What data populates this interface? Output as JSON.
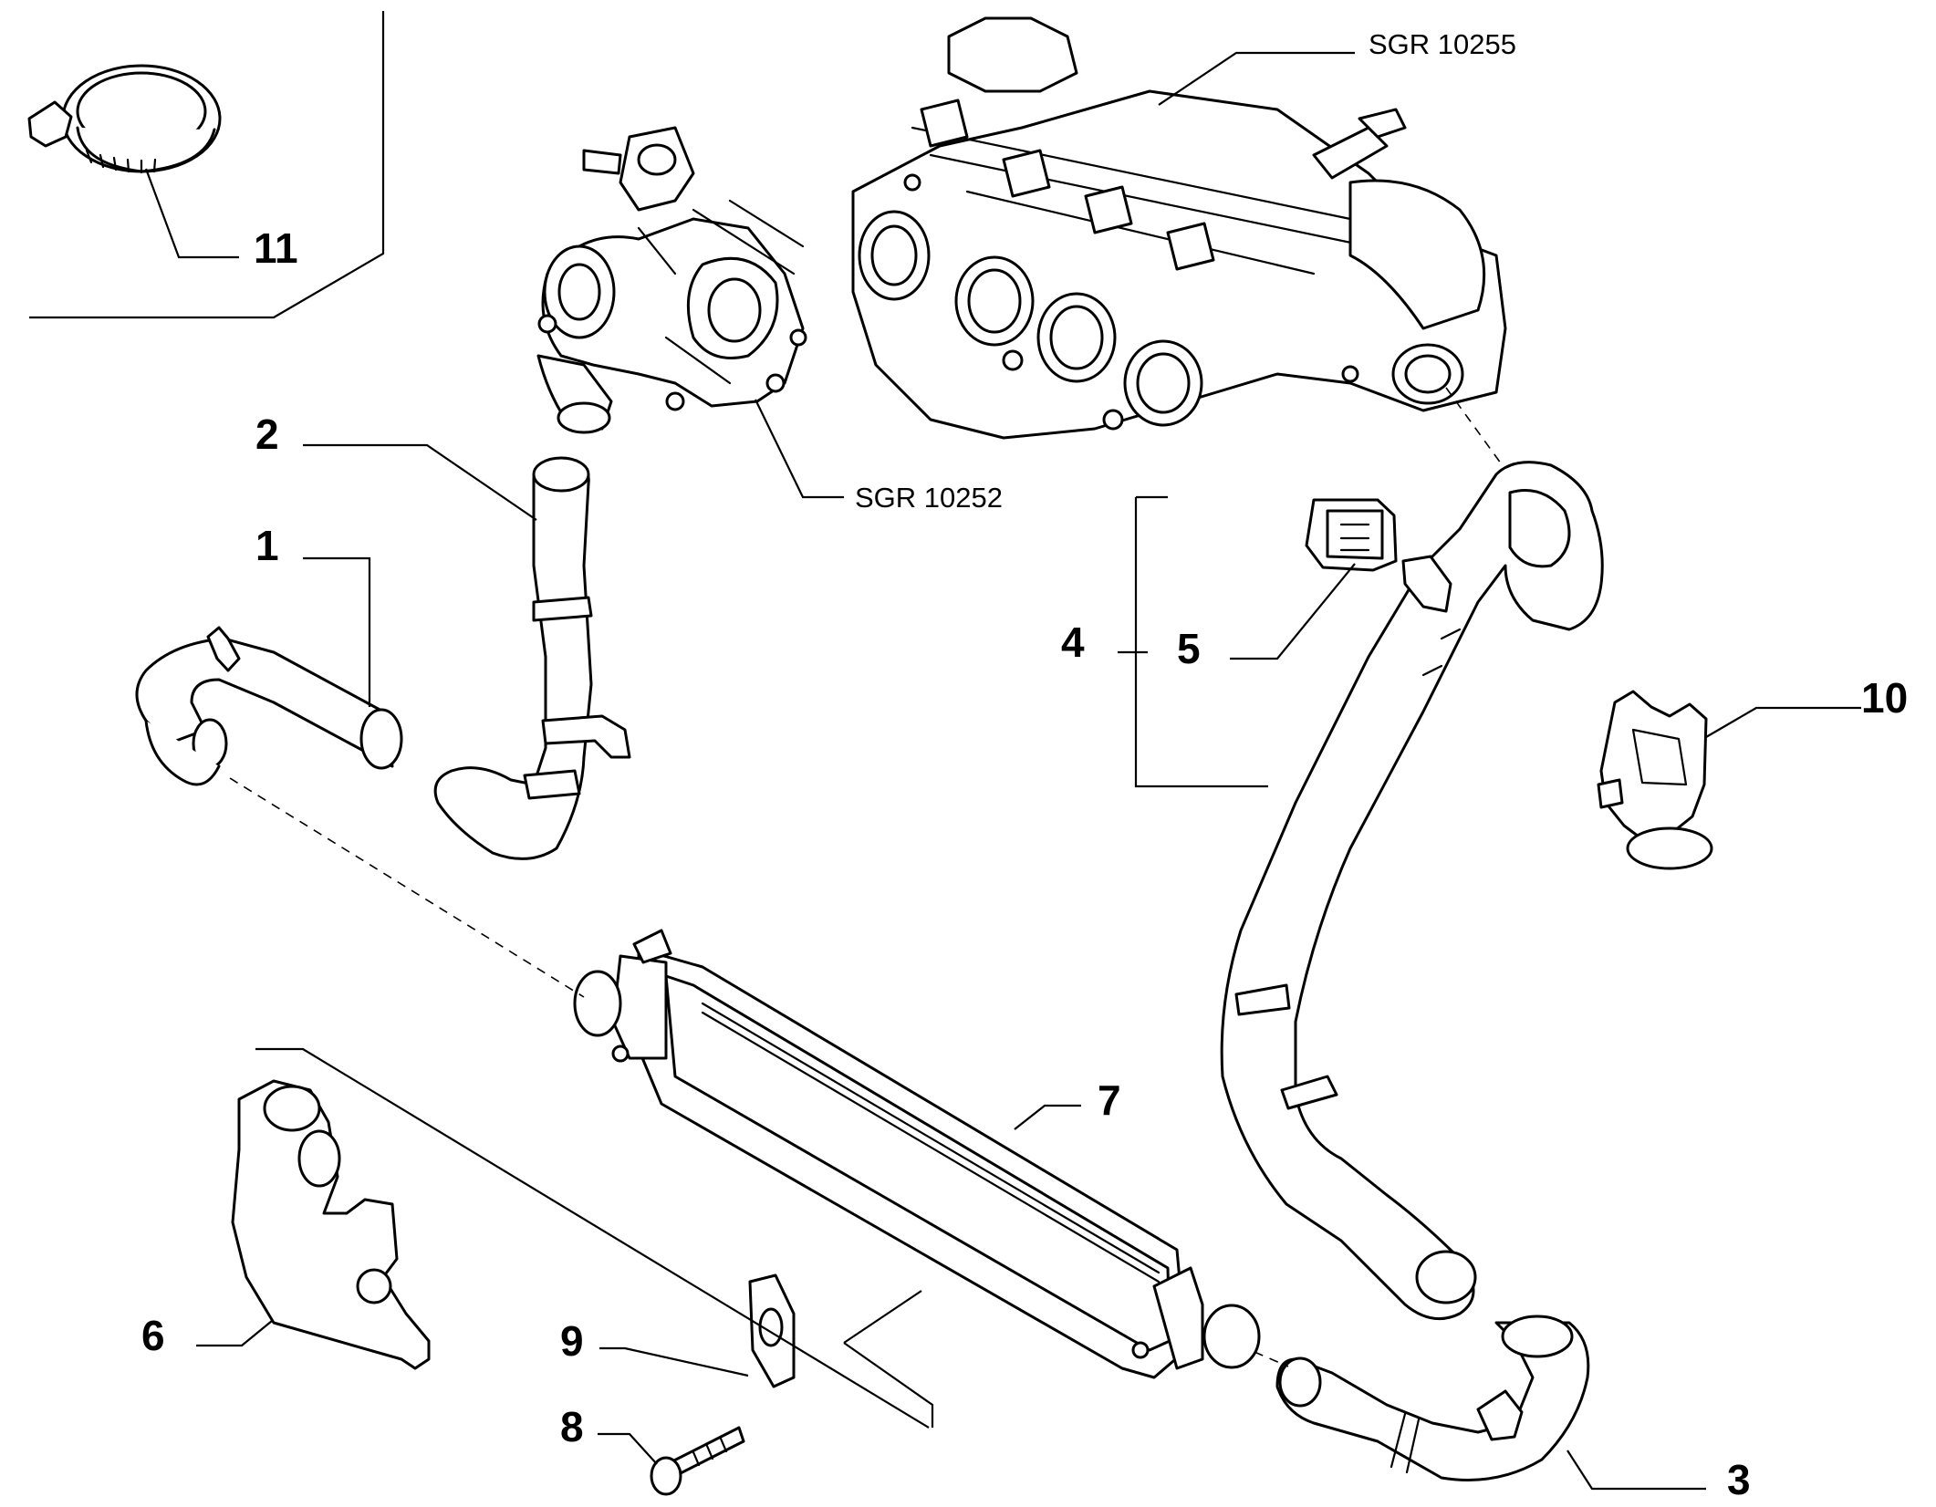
{
  "labels": {
    "p1": "1",
    "p2": "2",
    "p3": "3",
    "p4": "4",
    "p5": "5",
    "p6": "6",
    "p7": "7",
    "p8": "8",
    "p9": "9",
    "p10": "10",
    "p11": "11"
  },
  "references": {
    "turbo": "SGR 10252",
    "manifold": "SGR 10255"
  }
}
